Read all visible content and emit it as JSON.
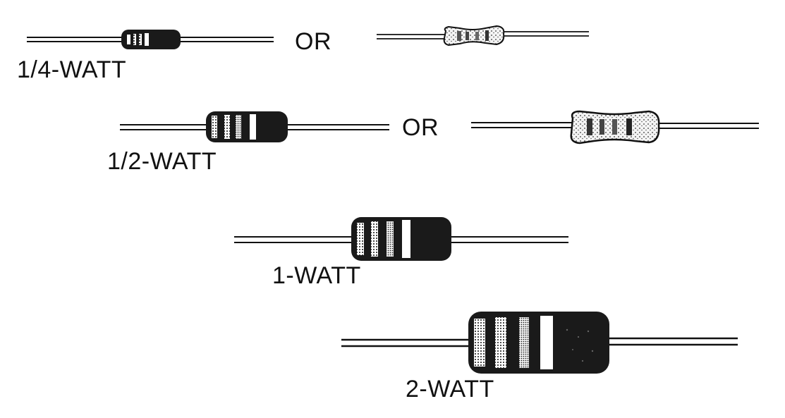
{
  "labels": {
    "quarter_watt": "1/4-WATT",
    "half_watt": "1/2-WATT",
    "one_watt": "1-WATT",
    "two_watt": "2-WATT",
    "or_top": "OR",
    "or_middle": "OR"
  },
  "colors": {
    "ink": "#111111",
    "body_dark": "#1a1a1a",
    "body_light": "#f2f2f2",
    "band_light": "#ffffff"
  }
}
